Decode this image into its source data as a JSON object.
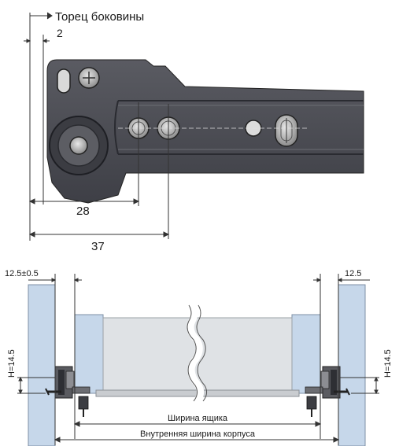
{
  "top_diagram": {
    "end_face_label": "Торец боковины",
    "dim_offset": "2",
    "dim_hole_1": "28",
    "dim_hole_2": "37"
  },
  "bottom_diagram": {
    "left_gap": "12.5±0.5",
    "right_gap": "12.5",
    "left_height": "H=14.5",
    "right_height": "H=14.5",
    "drawer_width": "Ширина ящика",
    "cabinet_inner_width": "Внутренняя ширина корпуса"
  },
  "colors": {
    "rail": "#4a4b52",
    "rail_dark": "#2c2d33",
    "panel": "#c6d7ea",
    "drawer": "#dfe2e5"
  }
}
